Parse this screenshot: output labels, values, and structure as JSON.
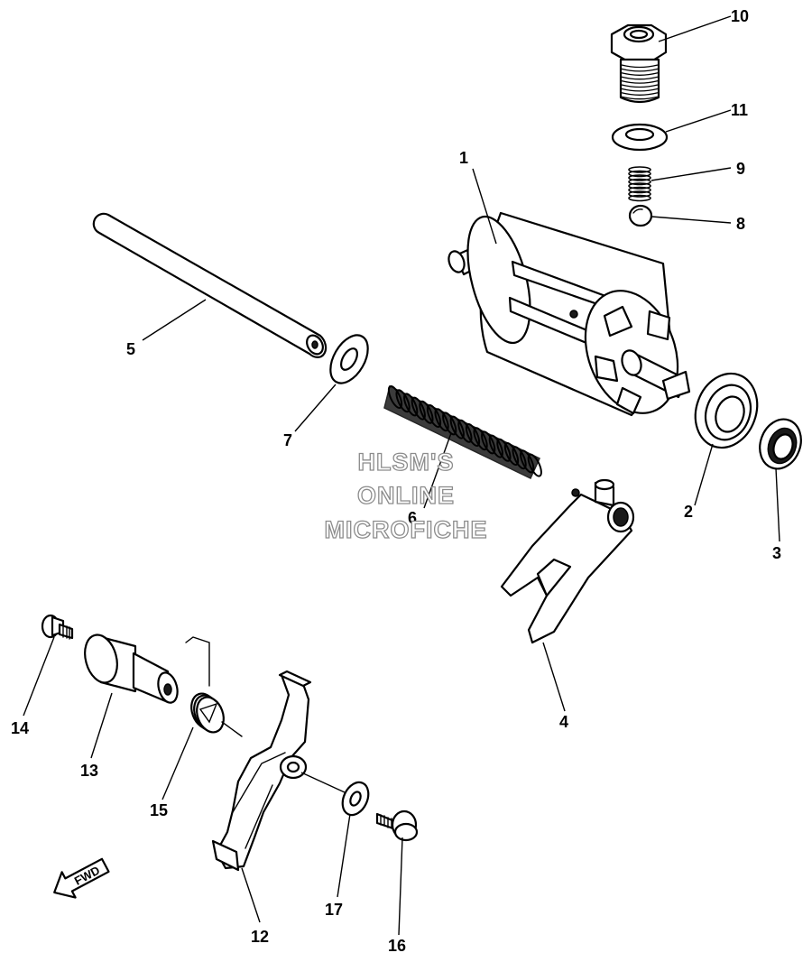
{
  "callouts": {
    "p1": "1",
    "p2": "2",
    "p3": "3",
    "p4": "4",
    "p5": "5",
    "p6": "6",
    "p7": "7",
    "p8": "8",
    "p9": "9",
    "p10": "10",
    "p11": "11",
    "p12": "12",
    "p13": "13",
    "p14": "14",
    "p15": "15",
    "p16": "16",
    "p17": "17"
  },
  "watermark": {
    "line1": "HLSM'S",
    "line2": "ONLINE",
    "line3": "MICROFICHE"
  },
  "direction_arrow": {
    "label": "FWD"
  },
  "colors": {
    "line": "#000000",
    "background": "#ffffff",
    "watermark_outline": "#8c8c8c"
  }
}
